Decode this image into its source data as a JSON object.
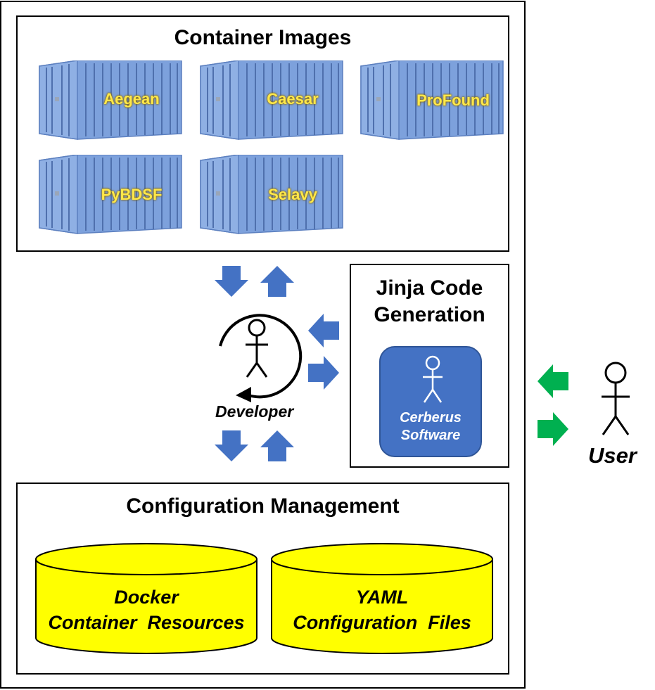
{
  "container_images": {
    "title": "Container Images",
    "items": [
      {
        "label": "Aegean"
      },
      {
        "label": "Caesar"
      },
      {
        "label": "ProFound"
      },
      {
        "label": "PyBDSF"
      },
      {
        "label": "Selavy"
      }
    ]
  },
  "jinja": {
    "title_line1": "Jinja Code",
    "title_line2": "Generation",
    "software_line1": "Cerberus",
    "software_line2": "Software"
  },
  "developer": {
    "label": "Developer"
  },
  "user": {
    "label": "User"
  },
  "config": {
    "title": "Configuration Management",
    "docker_line1": "Docker",
    "docker_line2": "Container  Resources",
    "yaml_line1": "YAML",
    "yaml_line2": "Configuration  Files"
  },
  "colors": {
    "container_blue": "#7da1dc",
    "arrow_blue": "#4472c4",
    "arrow_green": "#00b050",
    "cylinder_yellow": "#ffff00"
  }
}
